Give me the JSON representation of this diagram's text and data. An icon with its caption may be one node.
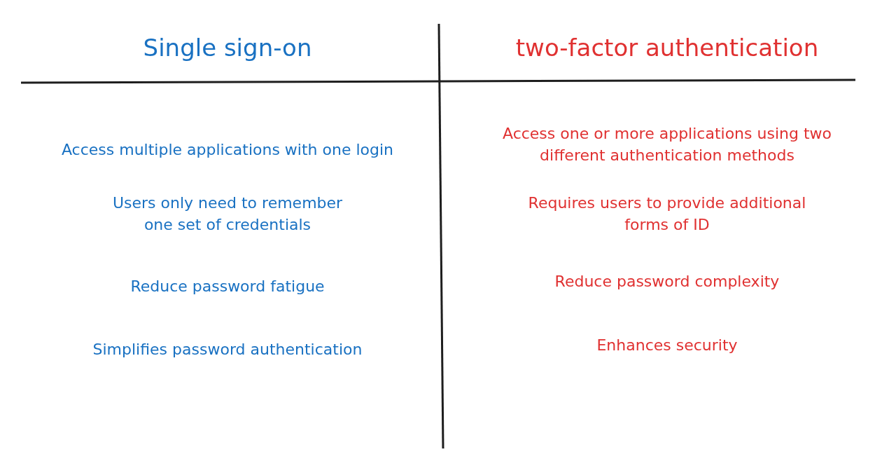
{
  "diagram": {
    "labels": [
      "Single sign-on",
      "two-factor authentication",
      "Access multiple applications with one login",
      "Access one or more applications using two different authentication methods",
      "Users only need to remember one set of credentials",
      "Requires users to provide additional forms of ID",
      "Reduce password fatigue",
      "Reduce password complexity",
      "Simplifies password authentication",
      "Enhances security"
    ]
  }
}
